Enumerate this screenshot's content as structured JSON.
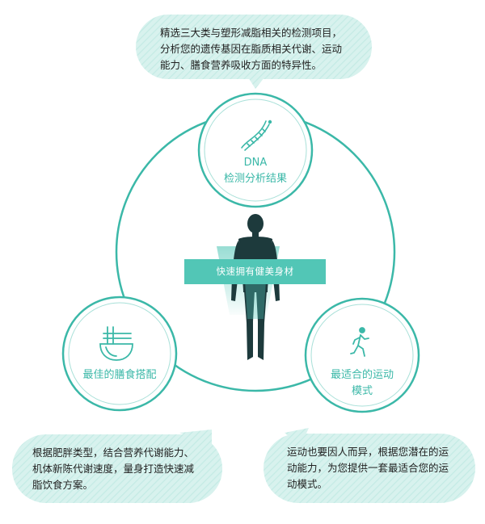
{
  "bubbles": {
    "top": "精选三大类与塑形减脂相关的检测项目，\n分析您的遗传基因在脂质相关代谢、运动\n能力、膳食营养吸收方面的特异性。",
    "left": "根据肥胖类型，结合营养代谢能力、\n机体新陈代谢速度，量身打造快速减\n脂饮食方案。",
    "right": "运动也要因人而异，根据您潜在的运\n动能力，为您提供一套最适合您的运\n动模式。"
  },
  "nodes": {
    "dna": "DNA\n检测分析结果",
    "diet": "最佳的膳食搭配",
    "sport": "最适合的运动\n模式"
  },
  "center": {
    "banner": "快速拥有健美身材"
  },
  "colors": {
    "teal": "#3bb8a8",
    "bubble_bg": "#d8f2ee",
    "banner": "#52c6b6",
    "figure": "#1d3a3c"
  },
  "icons": [
    "dna-icon",
    "bowl-icon",
    "running-person-icon",
    "human-figure"
  ]
}
